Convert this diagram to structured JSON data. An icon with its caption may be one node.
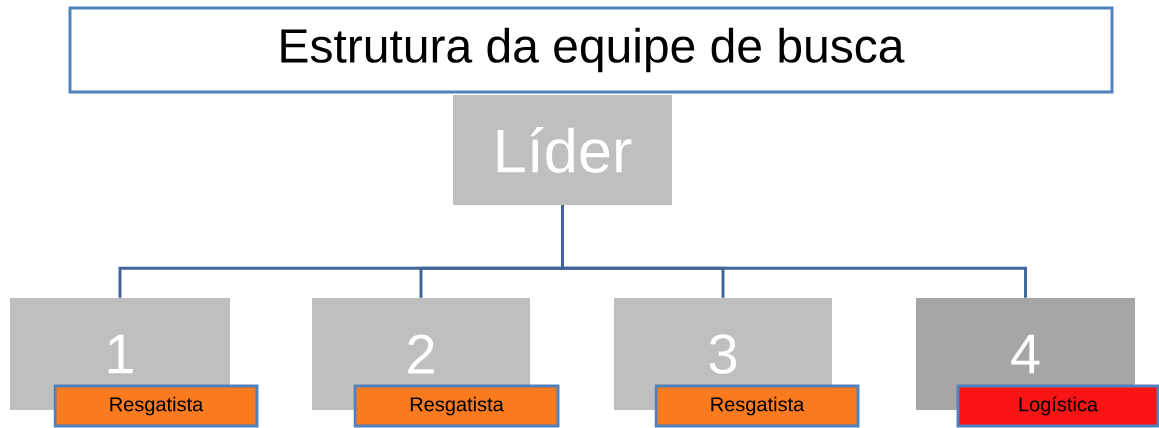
{
  "diagram": {
    "title": "Estrutura da equipe de busca",
    "nodes": [
      {
        "text": [
          "Líder"
        ]
      },
      {
        "text": [
          "1"
        ]
      },
      {
        "text": [
          "2"
        ]
      },
      {
        "text": [
          "3"
        ]
      },
      {
        "text": [
          "4"
        ]
      },
      {
        "text": [
          "Resgatista"
        ]
      },
      {
        "text": [
          "Resgatista"
        ]
      },
      {
        "text": [
          "Resgatista"
        ]
      },
      {
        "text": [
          "Logística"
        ]
      }
    ],
    "edges": [
      {
        "from": 0,
        "to": 1,
        "arrow": "none"
      },
      {
        "from": 0,
        "to": 2,
        "arrow": "none"
      },
      {
        "from": 0,
        "to": 3,
        "arrow": "none"
      },
      {
        "from": 0,
        "to": 4,
        "arrow": "none"
      }
    ]
  }
}
